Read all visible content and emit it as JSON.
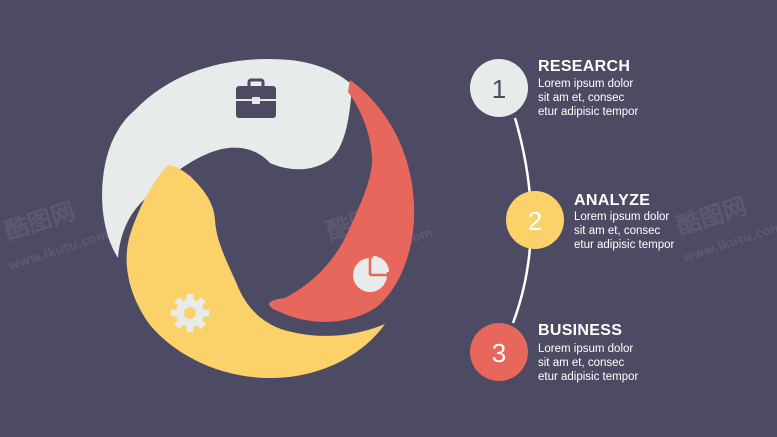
{
  "colors": {
    "background": "#4d4b63",
    "gray": "#e7ebea",
    "red": "#e8675c",
    "yellow": "#fbd26a",
    "icon_dark": "#4d4b63",
    "connector": "#ffffff"
  },
  "segments": [
    {
      "color_key": "gray",
      "icon": "briefcase-icon"
    },
    {
      "color_key": "red",
      "icon": "pie-chart-icon"
    },
    {
      "color_key": "yellow",
      "icon": "gear-icon"
    }
  ],
  "steps": [
    {
      "number": "1",
      "title": "RESEARCH",
      "lines": [
        "Lorem ipsum dolor",
        "sit am et, consec",
        "etur adipisic tempor"
      ],
      "color_key": "gray",
      "number_color_key": "icon_dark"
    },
    {
      "number": "2",
      "title": "ANALYZE",
      "lines": [
        "Lorem ipsum dolor",
        "sit am et, consec",
        "etur adipisic tempor"
      ],
      "color_key": "yellow",
      "number_color_key": "connector"
    },
    {
      "number": "3",
      "title": "BUSINESS",
      "lines": [
        "Lorem ipsum dolor",
        "sit am et, consec",
        "etur adipisic tempor"
      ],
      "color_key": "red",
      "number_color_key": "connector"
    }
  ],
  "watermarks": [
    "酷图网",
    "www.ikutu.com"
  ]
}
